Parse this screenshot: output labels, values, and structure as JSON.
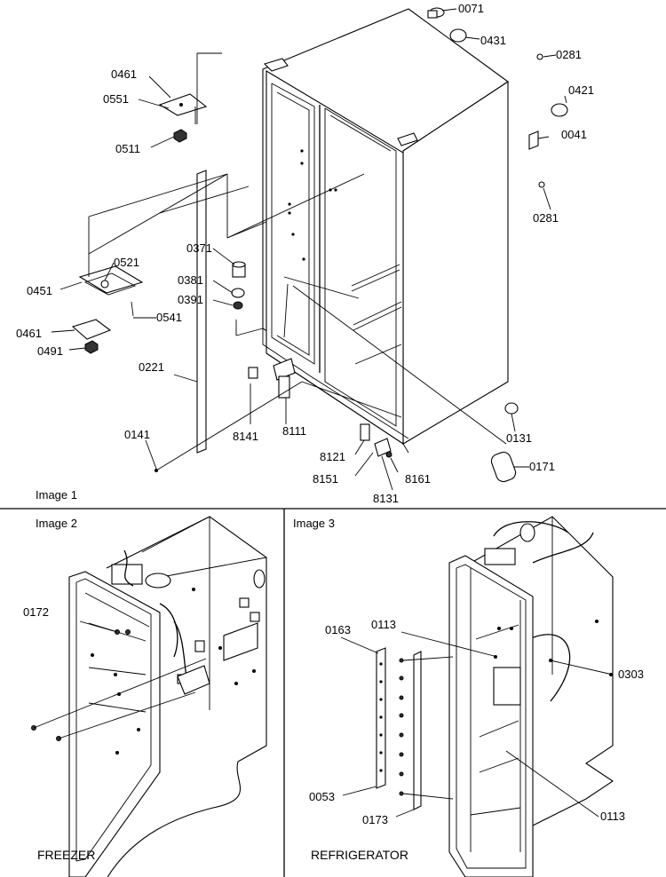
{
  "image1": {
    "caption": "Image 1",
    "labels": [
      "0071",
      "0431",
      "0281",
      "0421",
      "0041",
      "0281",
      "0461",
      "0551",
      "0511",
      "0371",
      "0381",
      "0391",
      "0451",
      "0521",
      "0541",
      "0461",
      "0491",
      "0221",
      "0141",
      "8141",
      "8111",
      "0131",
      "8121",
      "8151",
      "8161",
      "8131",
      "0171"
    ]
  },
  "image2": {
    "caption": "Image 2",
    "labels": [
      "0172"
    ],
    "name": "FREEZER"
  },
  "image3": {
    "caption": "Image 3",
    "labels": [
      "0163",
      "0113",
      "0303",
      "0053",
      "0173",
      "0113"
    ],
    "name": "REFRIGERATOR"
  }
}
